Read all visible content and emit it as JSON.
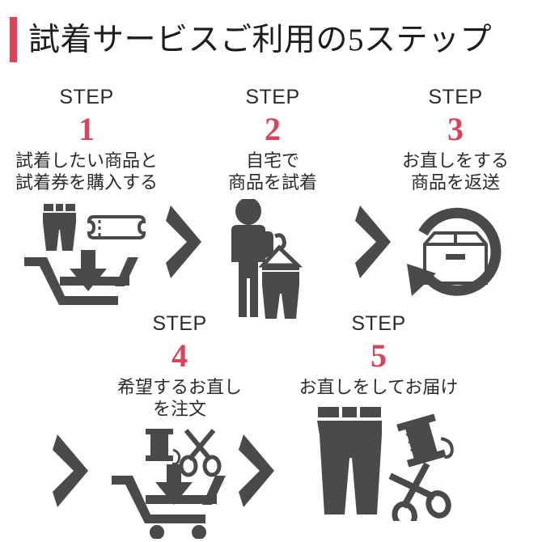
{
  "header": {
    "title": "試着サービスご利用の5ステップ",
    "accent_color": "#d8445c"
  },
  "theme": {
    "background": "#ffffff",
    "icon_color": "#4a4a4a",
    "text_color": "#2b2b2b",
    "number_color": "#d8445c"
  },
  "steps": [
    {
      "label": "STEP",
      "number": "1",
      "description": "試着したい商品と\n試着券を購入する",
      "icons": [
        "pants-icon",
        "ticket-icon",
        "shopping-cart-down-arrow-icon"
      ]
    },
    {
      "label": "STEP",
      "number": "2",
      "description": "自宅で\n商品を試着",
      "icons": [
        "person-with-hanger-pants-icon"
      ]
    },
    {
      "label": "STEP",
      "number": "3",
      "description": "お直しをする\n商品を返送",
      "icons": [
        "return-box-circular-arrow-icon"
      ]
    },
    {
      "label": "STEP",
      "number": "4",
      "description": "希望するお直し\nを注文",
      "icons": [
        "thread-spool-icon",
        "scissors-icon",
        "shopping-cart-down-arrow-icon"
      ]
    },
    {
      "label": "STEP",
      "number": "5",
      "description": "お直しをしてお届け",
      "icons": [
        "pants-icon",
        "thread-spool-icon",
        "scissors-icon"
      ]
    }
  ],
  "connectors": [
    {
      "name": "chevron-right-icon",
      "after_step": "1"
    },
    {
      "name": "chevron-right-icon",
      "after_step": "2"
    },
    {
      "name": "chevron-right-icon",
      "after_step": "3"
    },
    {
      "name": "chevron-right-icon",
      "after_step": "4"
    }
  ]
}
